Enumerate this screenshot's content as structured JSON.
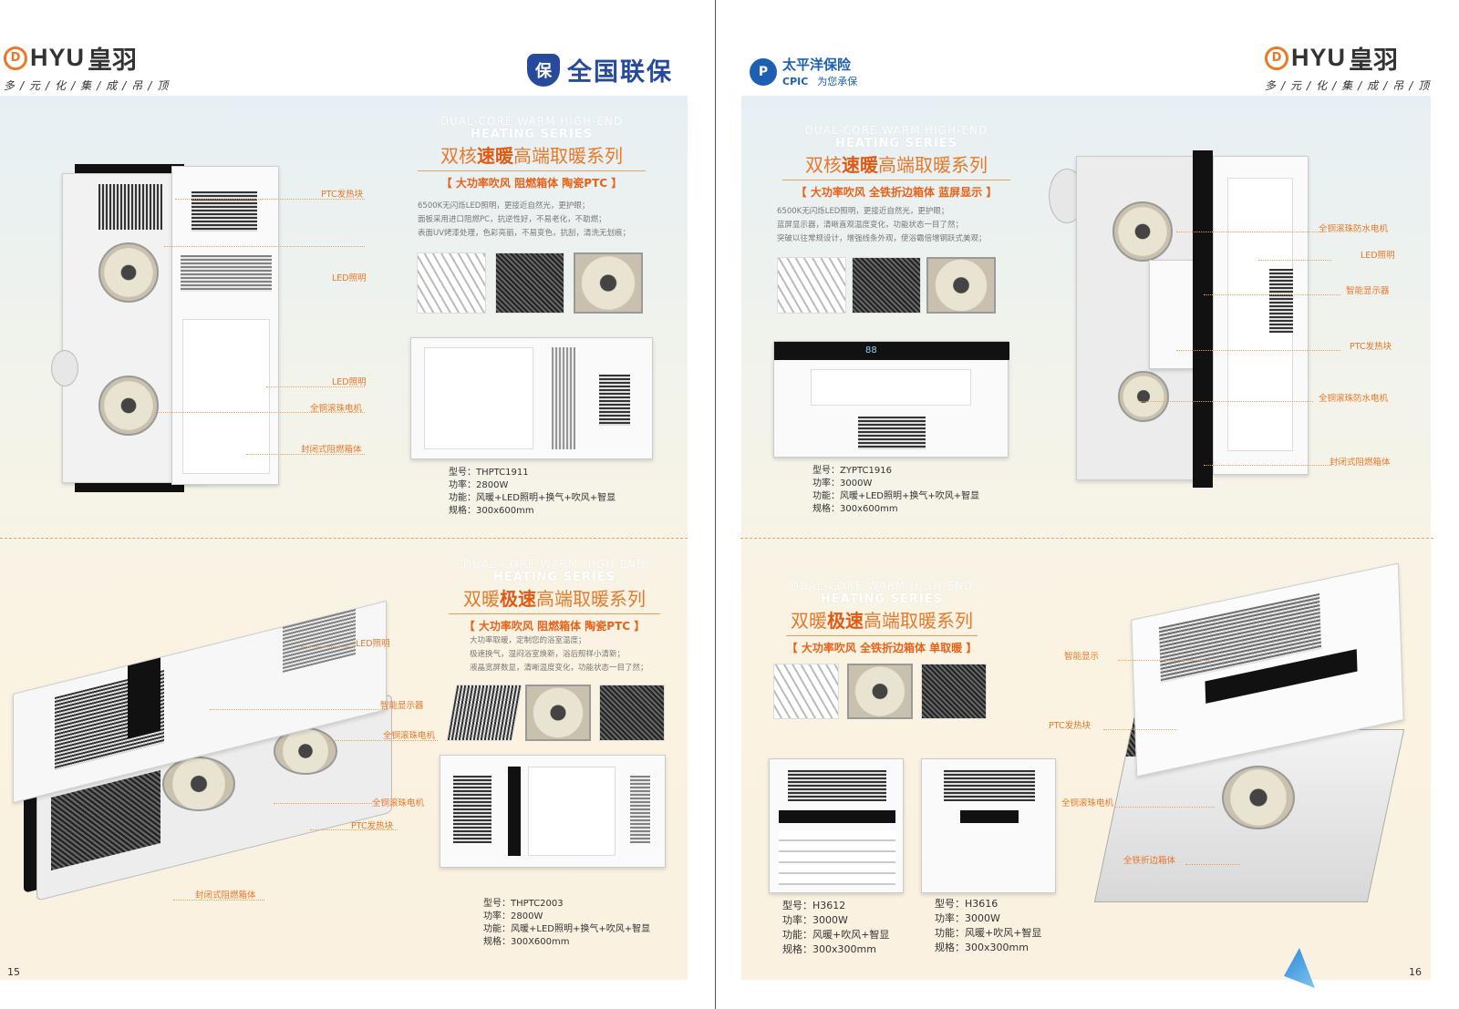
{
  "brand": {
    "word": "HYU",
    "cn": "皇羽",
    "tagline": "多/元/化/集/成/吊/顶"
  },
  "warranty": {
    "text": "全国联保",
    "icon": "保"
  },
  "insurer": {
    "cn": "太平洋保险",
    "en": "CPIC",
    "slogan": "为您承保",
    "icon": "P"
  },
  "left_page": {
    "page_number": "15",
    "top": {
      "heading_en1": "DUAL-CORE WARM HIGH-END",
      "heading_en2": "HEATING SERIES",
      "title_pre": "双核",
      "title_hl": "速暖",
      "title_post": "高端取暖系列",
      "tagline": "【 大功率吹风  阻燃箱体  陶瓷PTC 】",
      "desc": [
        "6500K无闪烁LED照明，更接近自然光，更护眼；",
        "面板采用进口阻燃PC，抗逆性好，不易老化，不助燃；",
        "表面UV烤漆处理，色彩亮丽，不易变色，抗刮，清洗无划痕；"
      ],
      "labels": [
        "PTC发热块",
        "LED照明",
        "LED照明",
        "全铜滚珠电机",
        "封闭式阻燃箱体"
      ],
      "spec": {
        "model": "型号：THPTC1911",
        "power": "功率：2800W",
        "function": "功能：风暖+LED照明+换气+吹风+智显",
        "size": "规格：300x600mm"
      }
    },
    "bottom": {
      "heading_en1": "DUAL-CORE WARM HIGH-END",
      "heading_en2": "HEATING SERIES",
      "title_pre": "双暖",
      "title_hl": "极速",
      "title_post": "高端取暖系列",
      "tagline": "【 大功率吹风  阻燃箱体  陶瓷PTC 】",
      "desc": [
        "大功率取暖，定制您的浴室温度；",
        "极速换气，湿闷浴室焕新，浴后照样小清新；",
        "液晶宽屏数显，清晰温度变化，功能状态一目了然；"
      ],
      "labels": [
        "LED照明",
        "智能显示器",
        "全铜滚珠电机",
        "全铜滚珠电机",
        "PTC发热块",
        "封闭式阻燃箱体"
      ],
      "spec": {
        "model": "型号：THPTC2003",
        "power": "功率：2800W",
        "function": "功能：风暖+LED照明+换气+吹风+智显",
        "size": "规格：300X600mm"
      }
    }
  },
  "right_page": {
    "page_number": "16",
    "top": {
      "heading_en1": "DUAL-CORE WARM HIGH-END",
      "heading_en2": "HEATING SERIES",
      "title_pre": "双核",
      "title_hl": "速暖",
      "title_post": "高端取暖系列",
      "tagline": "【 大功率吹风  全铁折边箱体  蓝屏显示 】",
      "desc": [
        "6500K无闪烁LED照明，更接近自然光，更护眼；",
        "蓝屏显示器，清晰直观温度变化，功能状态一目了然；",
        "突破以往常规设计，增强线条外观，使浴霸倍增钢跃式美观；"
      ],
      "display_digits": "88",
      "labels": [
        "全铜滚珠防水电机",
        "LED照明",
        "智能显示器",
        "PTC发热块",
        "全铜滚珠防水电机",
        "封闭式阻燃箱体"
      ],
      "spec": {
        "model": "型号：ZYPTC1916",
        "power": "功率：3000W",
        "function": "功能：风暖+LED照明+换气+吹风+智显",
        "size": "规格：300x600mm"
      }
    },
    "bottom": {
      "heading_en1": "DUAL-CORE WARM HIGH-END",
      "heading_en2": "HEATING SERIES",
      "title_pre": "双暖",
      "title_hl": "极速",
      "title_post": "高端取暖系列",
      "tagline": "【 大功率吹风  全铁折边箱体  单取暖 】",
      "labels": [
        "智能显示",
        "PTC发热块",
        "全铜滚珠电机",
        "全铁折边箱体"
      ],
      "spec_a": {
        "model": "型号：H3612",
        "power": "功率：3000W",
        "function": "功能：风暖+吹风+智显",
        "size": "规格：300x300mm"
      },
      "spec_b": {
        "model": "型号：H3616",
        "power": "功率：3000W",
        "function": "功能：风暖+吹风+智显",
        "size": "规格：300x300mm"
      }
    }
  },
  "colors": {
    "accent": "#e8782a",
    "brand_blue": "#284a9c",
    "cpic_blue": "#1d5fb3"
  }
}
